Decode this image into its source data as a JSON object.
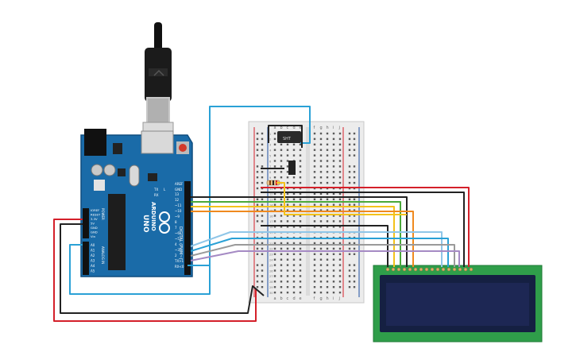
{
  "arduino": {
    "brand_text": "ARDUINO",
    "model_text": "UNO",
    "digital_label": "DIGITAL (PWM~)",
    "power_label": "POWER",
    "analog_label": "ANALOG IN",
    "aref_label": "AREF",
    "gnd_label": "GND",
    "ioref_label": "IOREF",
    "reset_label": "RESET",
    "v33_label": "3.3V",
    "v5_label": "5V",
    "vin_label": "Vin",
    "tx_label": "TX",
    "rx_label": "RX",
    "l_label": "L",
    "pins_digital": [
      "13",
      "12",
      "~11",
      "~10",
      "~9",
      "8",
      "7",
      "~6",
      "~5",
      "4",
      "~3",
      "2",
      "TX>1",
      "RX<0"
    ],
    "pins_analog": [
      "A0",
      "A1",
      "A2",
      "A3",
      "A4",
      "A5"
    ]
  },
  "breadboard": {
    "col_letters_top": [
      "a",
      "b",
      "c",
      "d",
      "e",
      "f",
      "g",
      "h",
      "i",
      "j"
    ],
    "col_letters_bottom": [
      "a",
      "b",
      "c",
      "d",
      "e",
      "f",
      "g",
      "h",
      "i",
      "j"
    ],
    "row_numbers": [
      "1",
      "2",
      "3",
      "4",
      "5",
      "6",
      "7",
      "8",
      "9",
      "10",
      "11",
      "12",
      "13",
      "14",
      "15",
      "16",
      "17",
      "18",
      "19",
      "20",
      "21",
      "22",
      "23",
      "24",
      "25",
      "26",
      "27",
      "28",
      "29",
      "30"
    ]
  },
  "sensor": {
    "label": "SHT"
  },
  "colors": {
    "arduino_board": "#1a6ba8",
    "arduino_dark": "#0f4d7f",
    "breadboard": "#e8e8e8",
    "breadboard_hole": "#5a5a5a",
    "lcd_pcb": "#2f9e4a",
    "lcd_screen": "#1d2754",
    "wire_red": "#d4202a",
    "wire_black": "#222222",
    "wire_blue": "#2aa1d6",
    "wire_yellow": "#f3c21b",
    "wire_orange": "#ef8a1e",
    "wire_green": "#4aa83a",
    "wire_light_blue": "#8fc6e8",
    "wire_gray": "#9a9a9a",
    "wire_purple": "#a58ac4",
    "usb_cable": "#222222",
    "usb_connector": "#b5b5b5"
  }
}
